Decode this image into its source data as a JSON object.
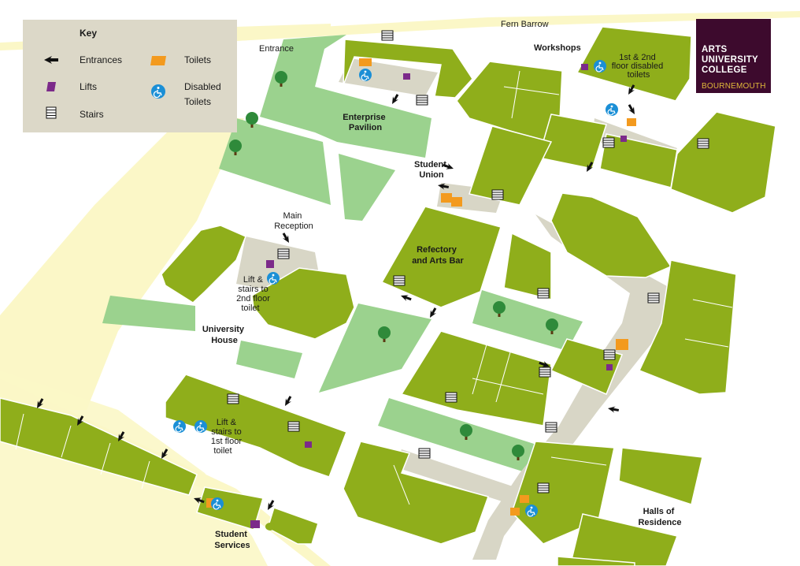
{
  "map": {
    "road_label": "Fern Barrow",
    "labels": {
      "entrance": "Entrance",
      "workshops": "Workshops",
      "enterprise_pavilion": [
        "Enterprise",
        "Pavilion"
      ],
      "student_union": [
        "Student",
        "Union"
      ],
      "main_reception": [
        "Main",
        "Reception"
      ],
      "refectory": [
        "Refectory",
        "and Arts Bar"
      ],
      "university_house": [
        "University",
        "House"
      ],
      "lift_2nd": [
        "Lift &",
        "stairs to",
        "2nd floor",
        "toilet"
      ],
      "lift_1st": [
        "Lift &",
        "stairs to",
        "1st floor",
        "toilet"
      ],
      "disabled_1st_2nd": [
        "1st & 2nd",
        "floor disabled",
        "toilets"
      ],
      "halls": [
        "Halls of",
        "Residence"
      ],
      "student_services": [
        "Student",
        "Services"
      ]
    }
  },
  "key": {
    "title": "Key",
    "items": [
      {
        "label": "Entrances",
        "icon": "entrance-arrow-icon"
      },
      {
        "label": "Lifts",
        "icon": "lift-icon"
      },
      {
        "label": "Stairs",
        "icon": "stairs-icon"
      },
      {
        "label": "Toilets",
        "icon": "toilet-icon"
      },
      {
        "label": "Disabled",
        "icon": "disabled-toilet-icon"
      },
      {
        "label": "Toilets",
        "icon": "disabled-toilet-icon"
      }
    ]
  },
  "logo": {
    "lines": [
      "ARTS",
      "UNIVERSITY",
      "COLLEGE"
    ],
    "subline": "BOURNEMOUTH"
  },
  "colors": {
    "building": "#8fae1b",
    "lawn": "#9bd28e",
    "road": "#fbf7c7",
    "path": "#d8d6c6",
    "toilet": "#f39a1e",
    "lift": "#7c2a8a",
    "disabled": "#1b8fd6",
    "logo_bg": "#3d0a2d",
    "logo_accent": "#e0b93a"
  }
}
